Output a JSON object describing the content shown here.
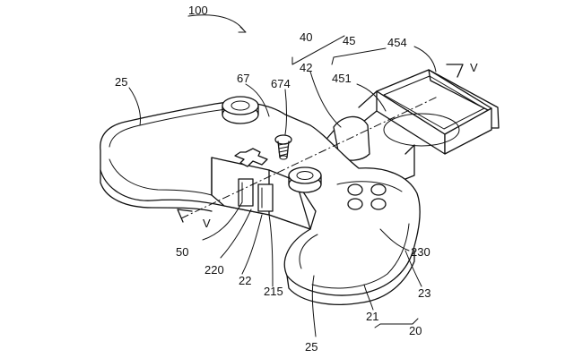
{
  "labels": {
    "assembly": "100",
    "group_40": "40",
    "group_45": "45",
    "part_454": "454",
    "section_v_right": "V",
    "part_42": "42",
    "part_451": "451",
    "part_67": "67",
    "part_674": "674",
    "part_25_top": "25",
    "section_v_left": "V",
    "part_50": "50",
    "part_220": "220",
    "part_22": "22",
    "part_215": "215",
    "part_230": "230",
    "part_23": "23",
    "part_21": "21",
    "group_20": "20",
    "part_25_bottom": "25"
  }
}
